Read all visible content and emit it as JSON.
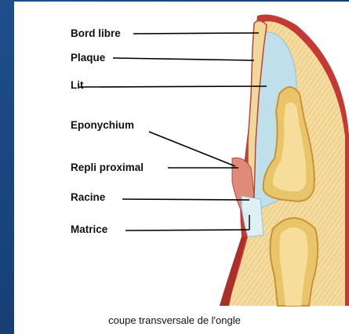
{
  "labels": {
    "bord_libre": "Bord libre",
    "plaque": "Plaque",
    "lit": "Lit",
    "eponychium": "Eponychium",
    "repli_proximal": "Repli proximal",
    "racine": "Racine",
    "matrice": "Matrice"
  },
  "caption": "coupe transversale de l'ongle",
  "colors": {
    "background_gradient": [
      "#1e4e8c",
      "#112f5c"
    ],
    "skin": "#c23a33",
    "tissue": "#f1d98c",
    "plate": "#f3d79a",
    "bed_blue": "#bfe0ea",
    "bone": "#e8c46a"
  }
}
